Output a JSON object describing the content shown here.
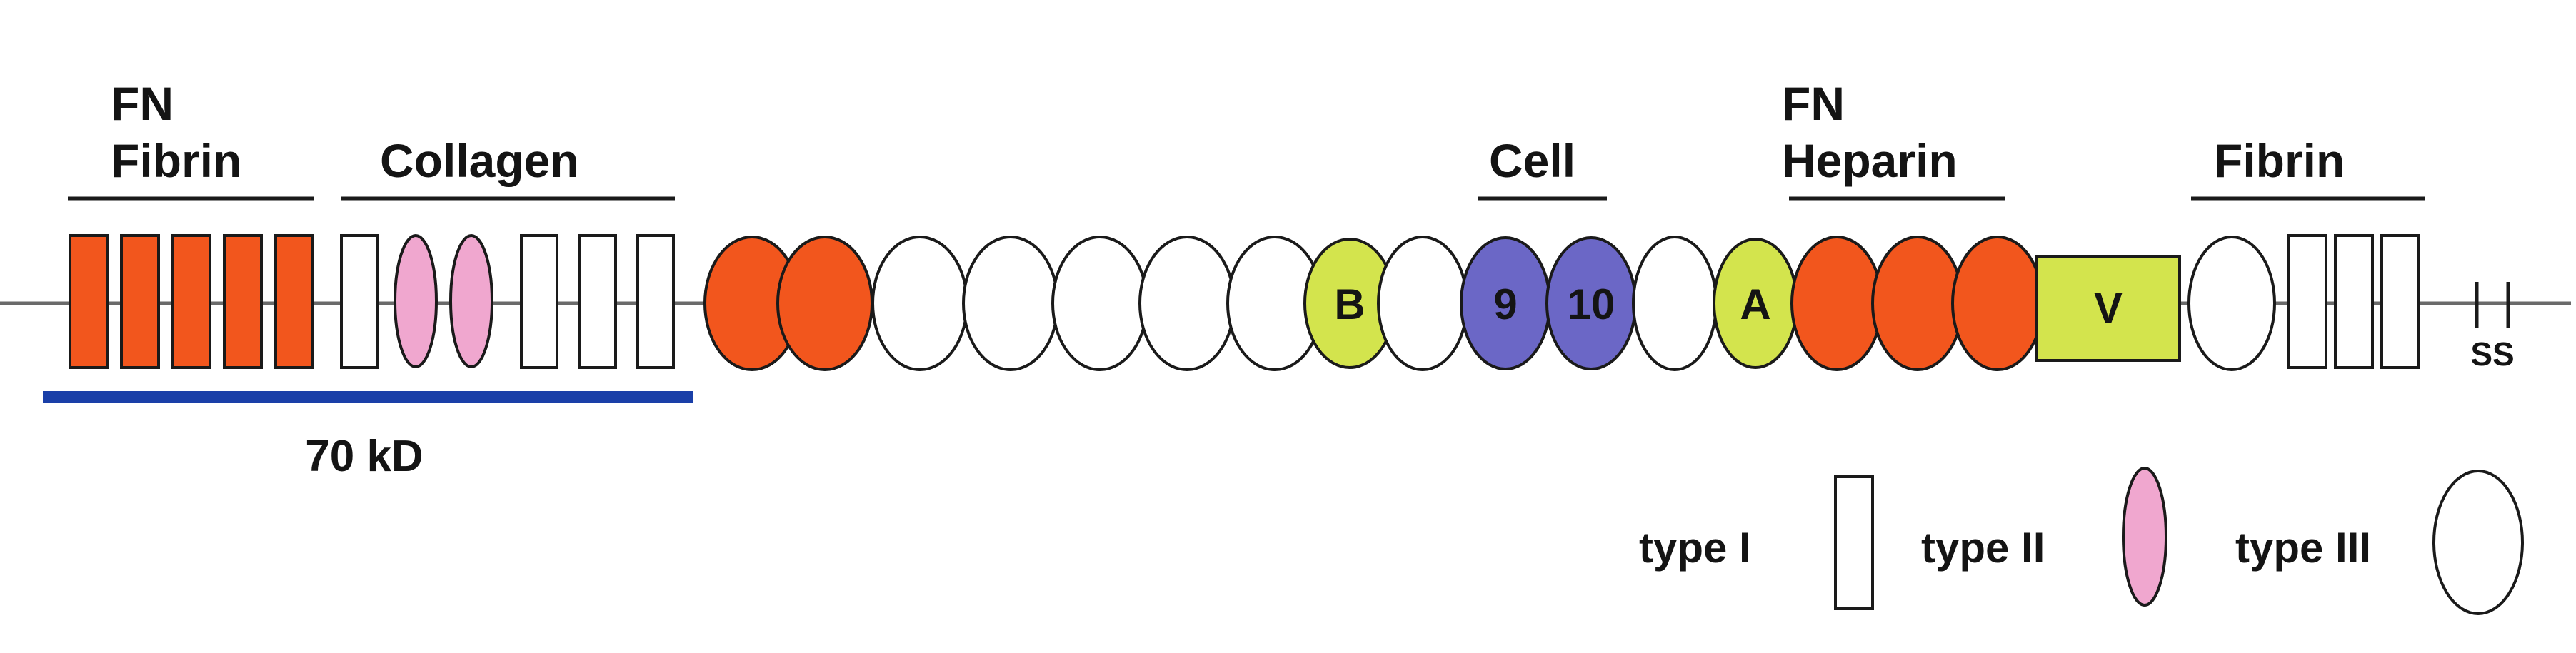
{
  "labels": {
    "fn_fibrin_1": "FN",
    "fn_fibrin_2": "Fibrin",
    "collagen": "Collagen",
    "cell": "Cell",
    "fn_heparin_1": "FN",
    "fn_heparin_2": "Heparin",
    "fibrin_c": "Fibrin",
    "kd": "70 kD",
    "ss": "SS"
  },
  "domains": {
    "B": "B",
    "nine": "9",
    "ten": "10",
    "A": "A",
    "V": "V"
  },
  "legend": {
    "type_1": "type I",
    "type_2": "type II",
    "type_3": "type III"
  },
  "colors": {
    "orange": "#f2561d",
    "pink": "#f0a7cf",
    "blue": "#6b67c6",
    "lime": "#d3e44d",
    "outline": "#1a1a1a",
    "backbone": "#6a6a6a",
    "kd_bar": "#1a3fa8",
    "white": "#ffffff"
  }
}
